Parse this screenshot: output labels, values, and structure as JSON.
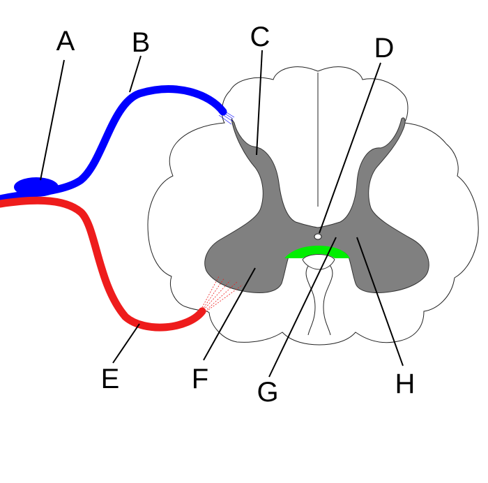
{
  "labels": {
    "a": "A",
    "b": "B",
    "c": "C",
    "d": "D",
    "e": "E",
    "f": "F",
    "g": "G",
    "h": "H"
  },
  "colors": {
    "sensory_root": "#0000ff",
    "motor_root": "#ee1c1c",
    "grey_matter": "#808080",
    "commissure": "#00ee00",
    "outline": "#222222",
    "background": "#ffffff"
  }
}
